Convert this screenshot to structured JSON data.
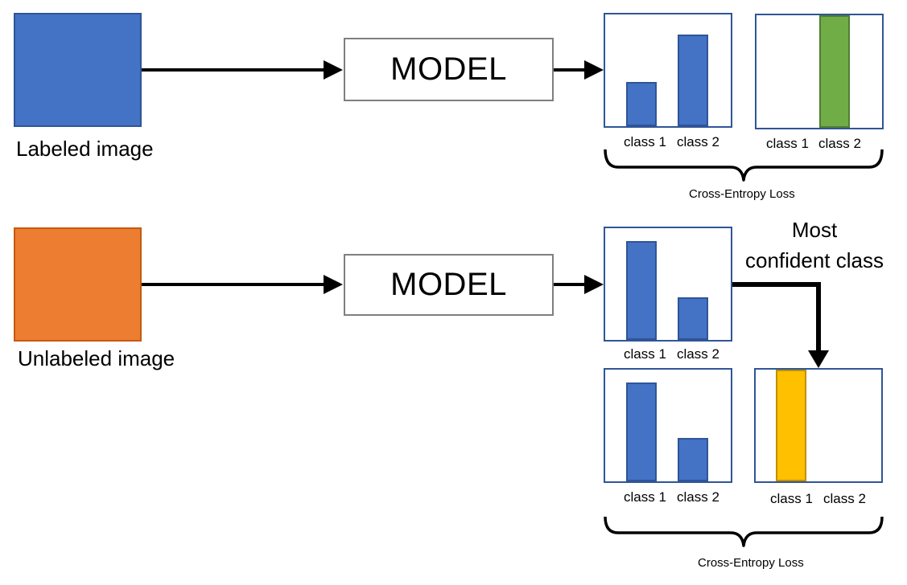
{
  "colors": {
    "labeled": "#4472c4",
    "unlabeled": "#ed7d31",
    "one_hot_labeled": "#70ad47",
    "pseudo_label": "#ffc000",
    "panel_border": "#2f5597",
    "model_border": "#7f7f7f"
  },
  "top_row": {
    "image_label": "Labeled image",
    "model_label": "MODEL",
    "prediction": {
      "class1": "class 1",
      "class2": "class 2",
      "values": [
        0.45,
        0.95
      ]
    },
    "target": {
      "class1": "class 1",
      "class2": "class 2",
      "one_hot": [
        0,
        1
      ]
    },
    "loss_label": "Cross-Entropy Loss"
  },
  "bottom_row": {
    "image_label": "Unlabeled image",
    "model_label": "MODEL",
    "prediction": {
      "class1": "class 1",
      "class2": "class 2",
      "values": [
        1.0,
        0.42
      ]
    },
    "confident_label_line1": "Most",
    "confident_label_line2": "confident class",
    "prediction_copy": {
      "class1": "class 1",
      "class2": "class 2",
      "values": [
        1.0,
        0.42
      ]
    },
    "pseudo_target": {
      "class1": "class 1",
      "class2": "class 2",
      "one_hot": [
        1,
        0
      ]
    },
    "loss_label": "Cross-Entropy Loss"
  }
}
